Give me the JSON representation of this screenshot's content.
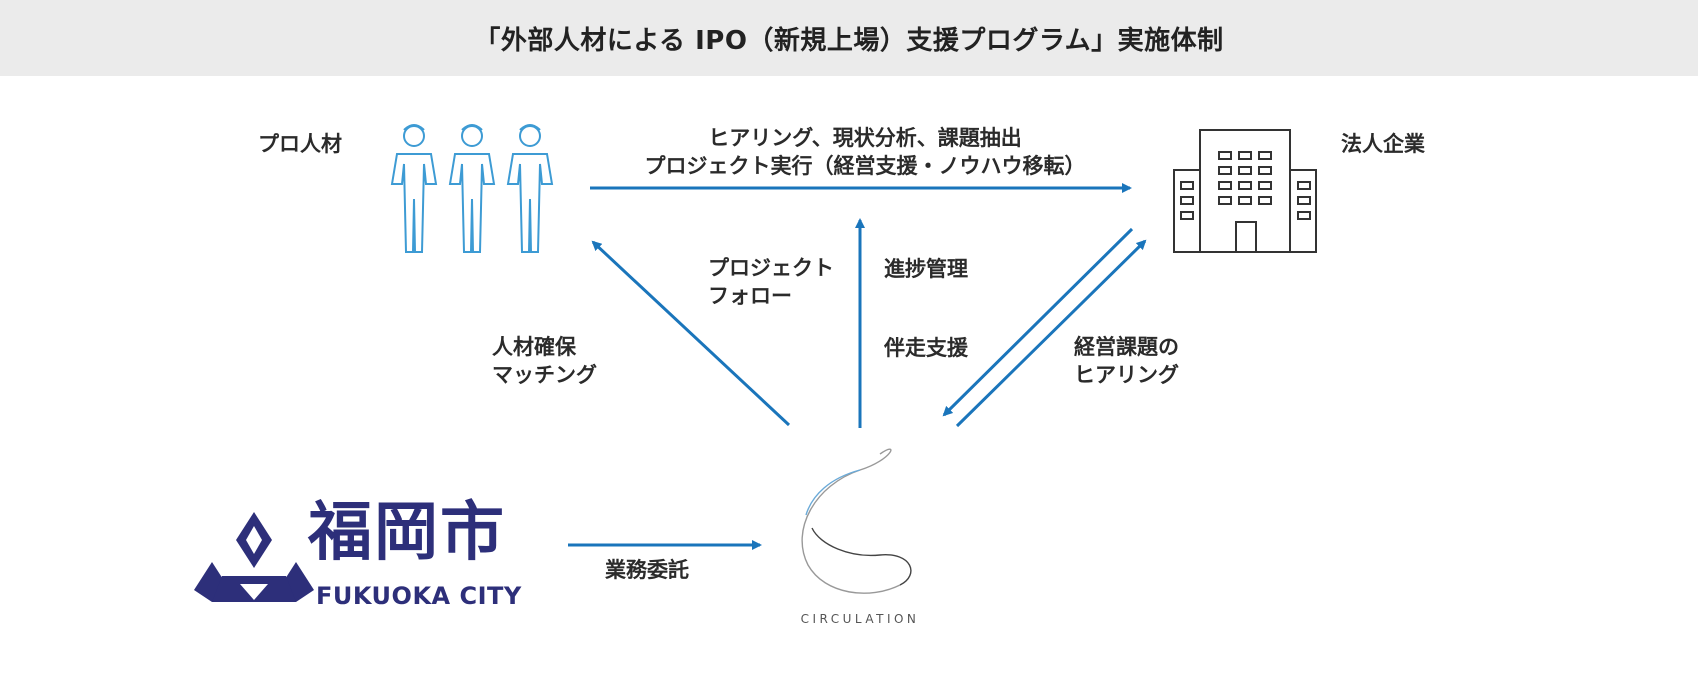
{
  "title": "「外部人材による IPO（新規上場）支援プログラム」実施体制",
  "actors": {
    "pro_talent": "プロ人材",
    "company": "法人企業",
    "city_name": "福岡市",
    "city_sub": "FUKUOKA CITY",
    "circulation": "CIRCULATION"
  },
  "relations": {
    "top_line1": "ヒアリング、現状分析、課題抽出",
    "top_line2": "プロジェクト実行（経営支援・ノウハウ移転）",
    "matching_line1": "人材確保",
    "matching_line2": "マッチング",
    "follow_line1": "プロジェクト",
    "follow_line2": "フォロー",
    "progress": "進捗管理",
    "support": "伴走支援",
    "hearing_line1": "経営課題の",
    "hearing_line2": "ヒアリング",
    "commission": "業務委託"
  },
  "colors": {
    "arrow": "#1a75bb",
    "people": "#3d9bd4",
    "building": "#333333",
    "city": "#2d2f7a",
    "header_bg": "#ebebeb"
  }
}
